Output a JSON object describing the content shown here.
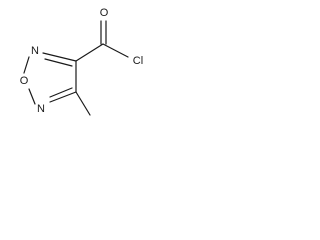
{
  "molecule": {
    "atoms": {
      "N1": "N",
      "O1": "O",
      "N2": "N",
      "O_carbonyl": "O",
      "Cl": "Cl"
    },
    "colors": {
      "bond": "#1a1a1a",
      "label": "#1a1a1a",
      "background": "#ffffff"
    }
  }
}
